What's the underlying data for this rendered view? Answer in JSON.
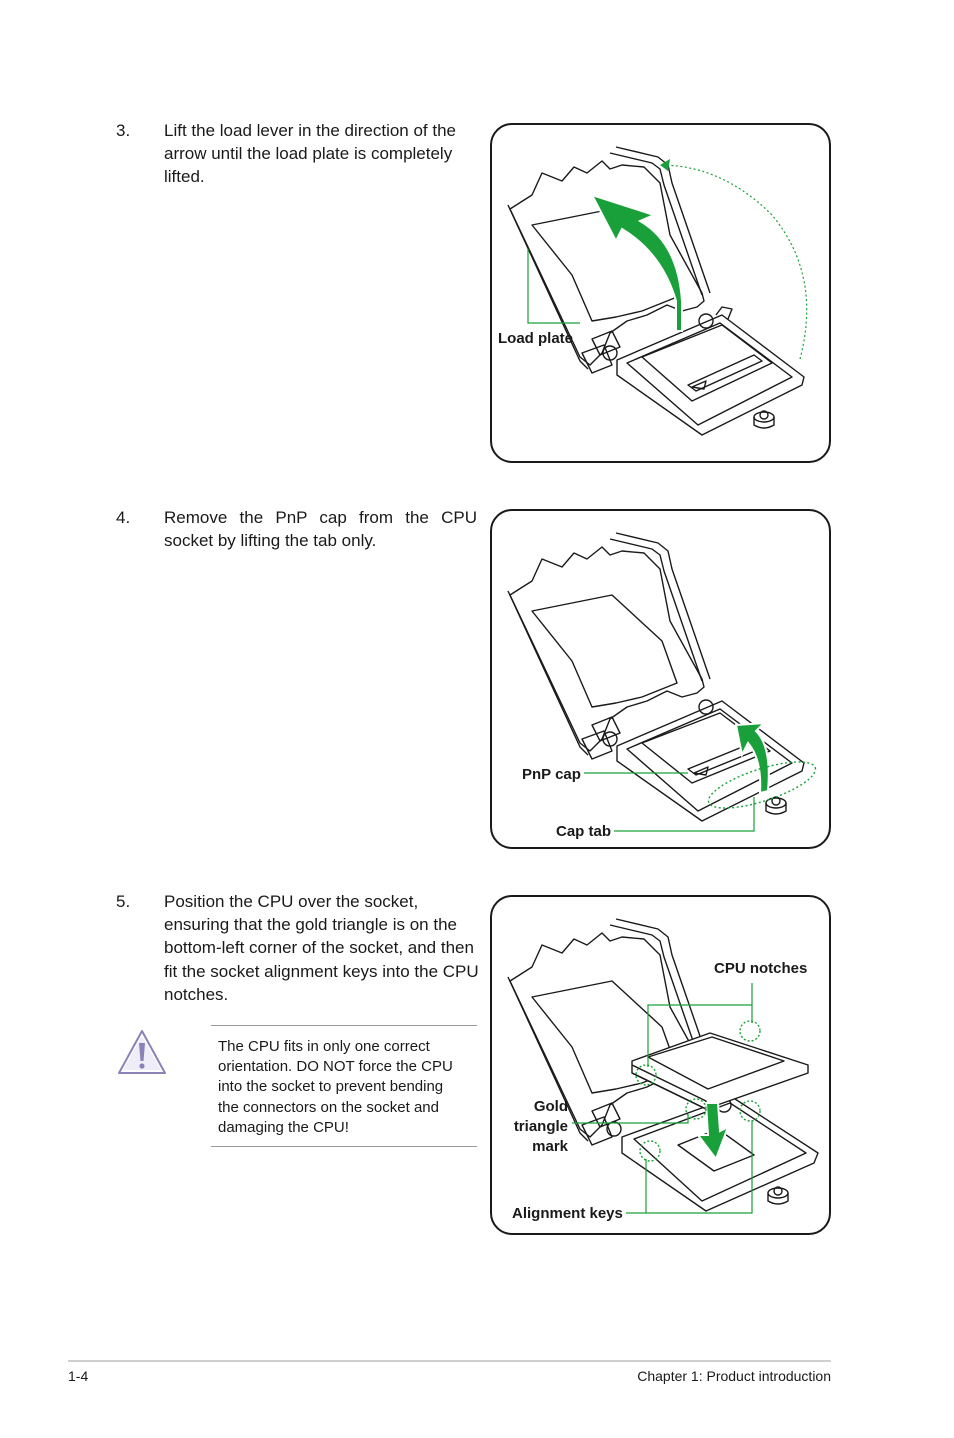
{
  "steps": [
    {
      "number": "3.",
      "lines": [
        "Lift the load lever in the direction of the",
        "arrow until the load plate is completely",
        "lifted."
      ]
    },
    {
      "number": "4.",
      "lines": [
        "Remove the PnP cap from the CPU",
        "socket by lifting the tab only."
      ]
    },
    {
      "number": "5.",
      "lines": [
        "Position the CPU over the socket,",
        "ensuring that the gold triangle is on the",
        "bottom-left corner of the socket, and then",
        "fit the socket alignment keys into the CPU",
        "notches."
      ]
    }
  ],
  "figures": {
    "fig1": {
      "load_plate": "Load plate"
    },
    "fig2": {
      "pnp_cap": "PnP cap",
      "cap_tab": "Cap tab"
    },
    "fig3": {
      "cpu_notches": "CPU notches",
      "gold_triangle_1": "Gold",
      "gold_triangle_2": "triangle",
      "gold_triangle_3": "mark",
      "alignment_keys": "Alignment keys"
    }
  },
  "warning": {
    "icon": "warning-triangle-icon",
    "lines": [
      "The CPU fits in only one correct",
      "orientation. DO NOT force the CPU",
      "into the socket to prevent bending",
      "the connectors on the socket and",
      "damaging the CPU!"
    ]
  },
  "footer": {
    "page_number": "1-4",
    "chapter": "Chapter 1: Product introduction"
  },
  "colors": {
    "accent_green": "#1aa03a",
    "line": "#1a1a1a",
    "warning_purple": "#8c82b8"
  }
}
